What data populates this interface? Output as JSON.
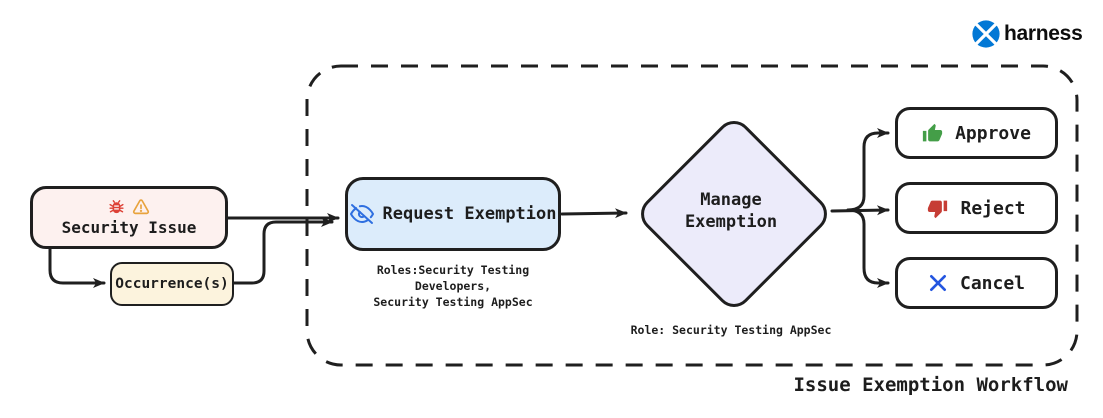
{
  "brand": {
    "name": "harness",
    "logo_color": "#0278d5"
  },
  "diagram": {
    "container_label": "Issue Exemption Workflow",
    "nodes": {
      "security_issue": {
        "label": "Security Issue",
        "icons": [
          "bug-icon",
          "warning-icon"
        ]
      },
      "occurrences": {
        "label": "Occurrence(s)"
      },
      "request_exemption": {
        "label": "Request Exemption",
        "icon": "eye-off-icon",
        "roles_note": [
          "Roles:Security Testing Developers,",
          "Security Testing AppSec"
        ]
      },
      "manage_exemption": {
        "label": "Manage Exemption",
        "role_note": "Role: Security Testing AppSec"
      },
      "approve": {
        "label": "Approve",
        "icon": "thumbs-up-icon"
      },
      "reject": {
        "label": "Reject",
        "icon": "thumbs-down-icon"
      },
      "cancel": {
        "label": "Cancel",
        "icon": "x-icon"
      }
    },
    "colors": {
      "security_issue_fill": "#fdf1ef",
      "occurrences_fill": "#fcf3dd",
      "request_exemption_fill": "#dcecfb",
      "manage_exemption_fill": "#ecebfa",
      "action_fill": "#ffffff",
      "stroke": "#1f1f1f",
      "bug_icon": "#dd4136",
      "warning_icon": "#e8a33d",
      "eye_off_icon": "#2f6fe0",
      "approve_icon": "#449e48",
      "reject_icon": "#c63d35",
      "cancel_icon": "#2456e0"
    }
  }
}
